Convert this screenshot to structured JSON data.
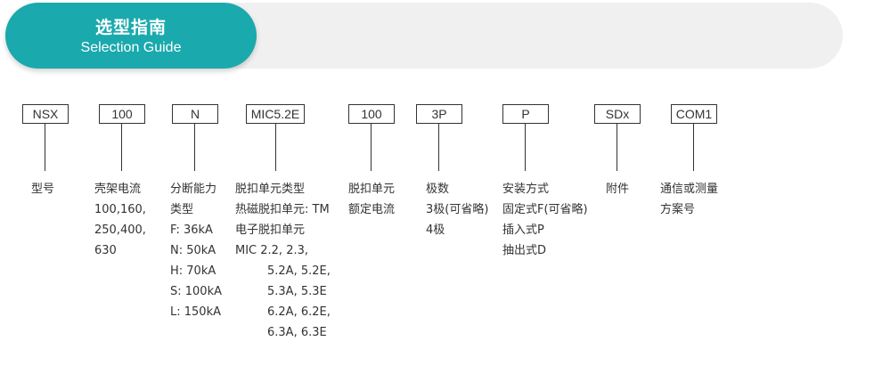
{
  "header": {
    "title_cn": "选型指南",
    "title_en": "Selection Guide"
  },
  "columns": [
    {
      "code": "NSX",
      "lines": [
        "型号"
      ]
    },
    {
      "code": "100",
      "lines": [
        "壳架电流",
        "100,160,",
        "250,400,",
        "630"
      ]
    },
    {
      "code": "N",
      "lines": [
        "分断能力",
        "类型",
        "F: 36kA",
        "N: 50kA",
        "H: 70kA",
        "S: 100kA",
        "L: 150kA"
      ]
    },
    {
      "code": "MIC5.2E",
      "lines": [
        "脱扣单元类型",
        "热磁脱扣单元: TM",
        "电子脱扣单元",
        "MIC 2.2, 2.3,",
        "5.2A, 5.2E,",
        "5.3A, 5.3E",
        "6.2A, 6.2E,",
        "6.3A, 6.3E"
      ]
    },
    {
      "code": "100",
      "lines": [
        "脱扣单元",
        "额定电流"
      ]
    },
    {
      "code": "3P",
      "lines": [
        "极数",
        "3极(可省略)",
        "4极"
      ]
    },
    {
      "code": "P",
      "lines": [
        "安装方式",
        "固定式F(可省略)",
        "插入式P",
        "抽出式D"
      ]
    },
    {
      "code": "SDx",
      "lines": [
        "附件"
      ]
    },
    {
      "code": "COM1",
      "lines": [
        "通信或测量",
        "方案号"
      ]
    }
  ],
  "colors": {
    "accent": "#1aa9ad",
    "banner_bg": "#f0f0f0",
    "text": "#333333"
  }
}
